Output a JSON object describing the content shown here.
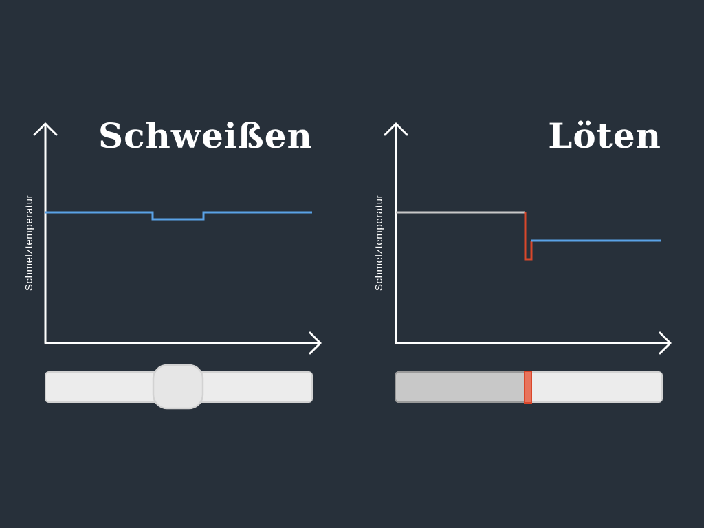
{
  "panels": [
    {
      "title": "Schweißen",
      "y_axis_label": "Schmelztemperatur"
    },
    {
      "title": "Löten",
      "y_axis_label": "Schmelztemperatur"
    }
  ],
  "colors": {
    "background": "#27303a",
    "text": "#ffffff",
    "axis": "#ffffff",
    "metal_line": "#5aa2e6",
    "solder_base_line": "#c8c8c8",
    "solder_line": "#d9472b",
    "bar_fill": "#ececec",
    "bar_stroke": "#d2d2d2",
    "bar_joined_fill": "#c8c8c8",
    "bar_joined_stroke": "#9a9a9a",
    "weld_bead_fill": "#e6e6e6",
    "solder_joint_fill": "#e8735c"
  }
}
